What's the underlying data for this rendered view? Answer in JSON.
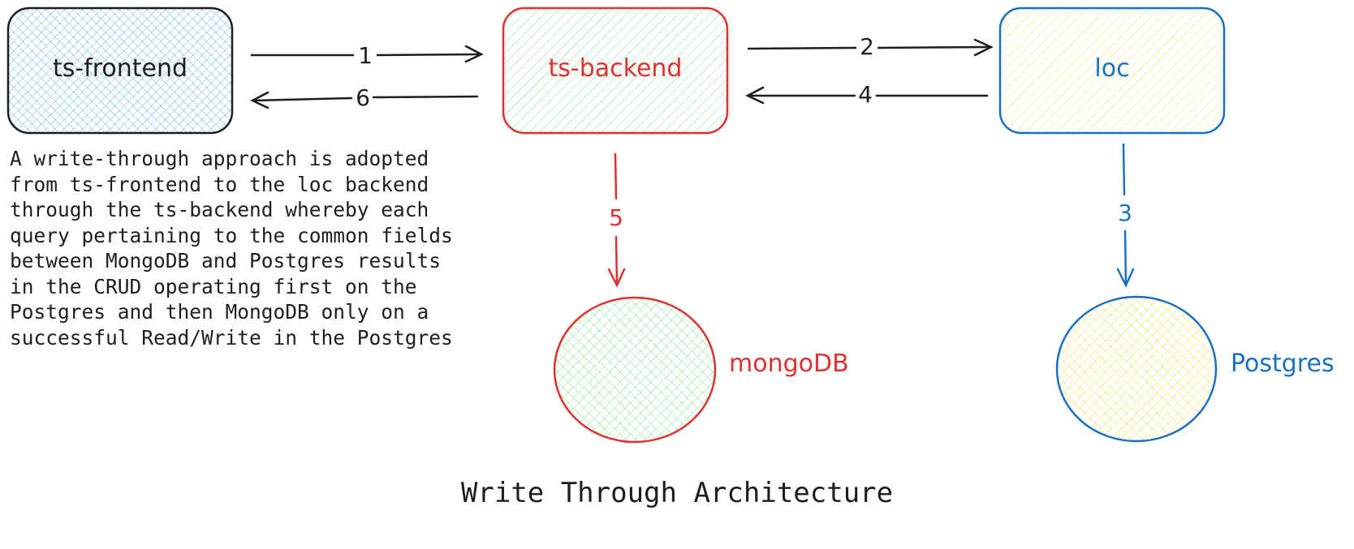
{
  "nodes": {
    "frontend": {
      "label": "ts-frontend",
      "stroke": "#1e1e1e",
      "fill": "#a5d8ff"
    },
    "backend": {
      "label": "ts-backend",
      "stroke": "#e03131",
      "fill": "#b2f2bb"
    },
    "loc": {
      "label": "loc",
      "stroke": "#1971c2",
      "fill": "#ffec99"
    },
    "mongodb": {
      "label": "mongoDB",
      "stroke": "#e03131",
      "fill": "#b2f2bb"
    },
    "postgres": {
      "label": "Postgres",
      "stroke": "#1971c2",
      "fill": "#ffec99"
    }
  },
  "edges": [
    {
      "label": "1",
      "from": "ts-frontend",
      "to": "ts-backend",
      "color": "#1e1e1e"
    },
    {
      "label": "2",
      "from": "ts-backend",
      "to": "loc",
      "color": "#1e1e1e"
    },
    {
      "label": "3",
      "from": "loc",
      "to": "Postgres",
      "color": "#1971c2"
    },
    {
      "label": "4",
      "from": "loc",
      "to": "ts-backend",
      "color": "#1e1e1e"
    },
    {
      "label": "5",
      "from": "ts-backend",
      "to": "mongoDB",
      "color": "#e03131"
    },
    {
      "label": "6",
      "from": "ts-backend",
      "to": "ts-frontend",
      "color": "#1e1e1e"
    }
  ],
  "description": [
    "A write-through approach is adopted",
    "from ts-frontend to the loc backend",
    "through the ts-backend whereby each",
    "query pertaining to the common fields",
    "between MongoDB and Postgres results",
    "in the CRUD operating first on the",
    "Postgres and then MongoDB only on a",
    "successful Read/Write in the Postgres"
  ],
  "title": "Write Through Architecture"
}
